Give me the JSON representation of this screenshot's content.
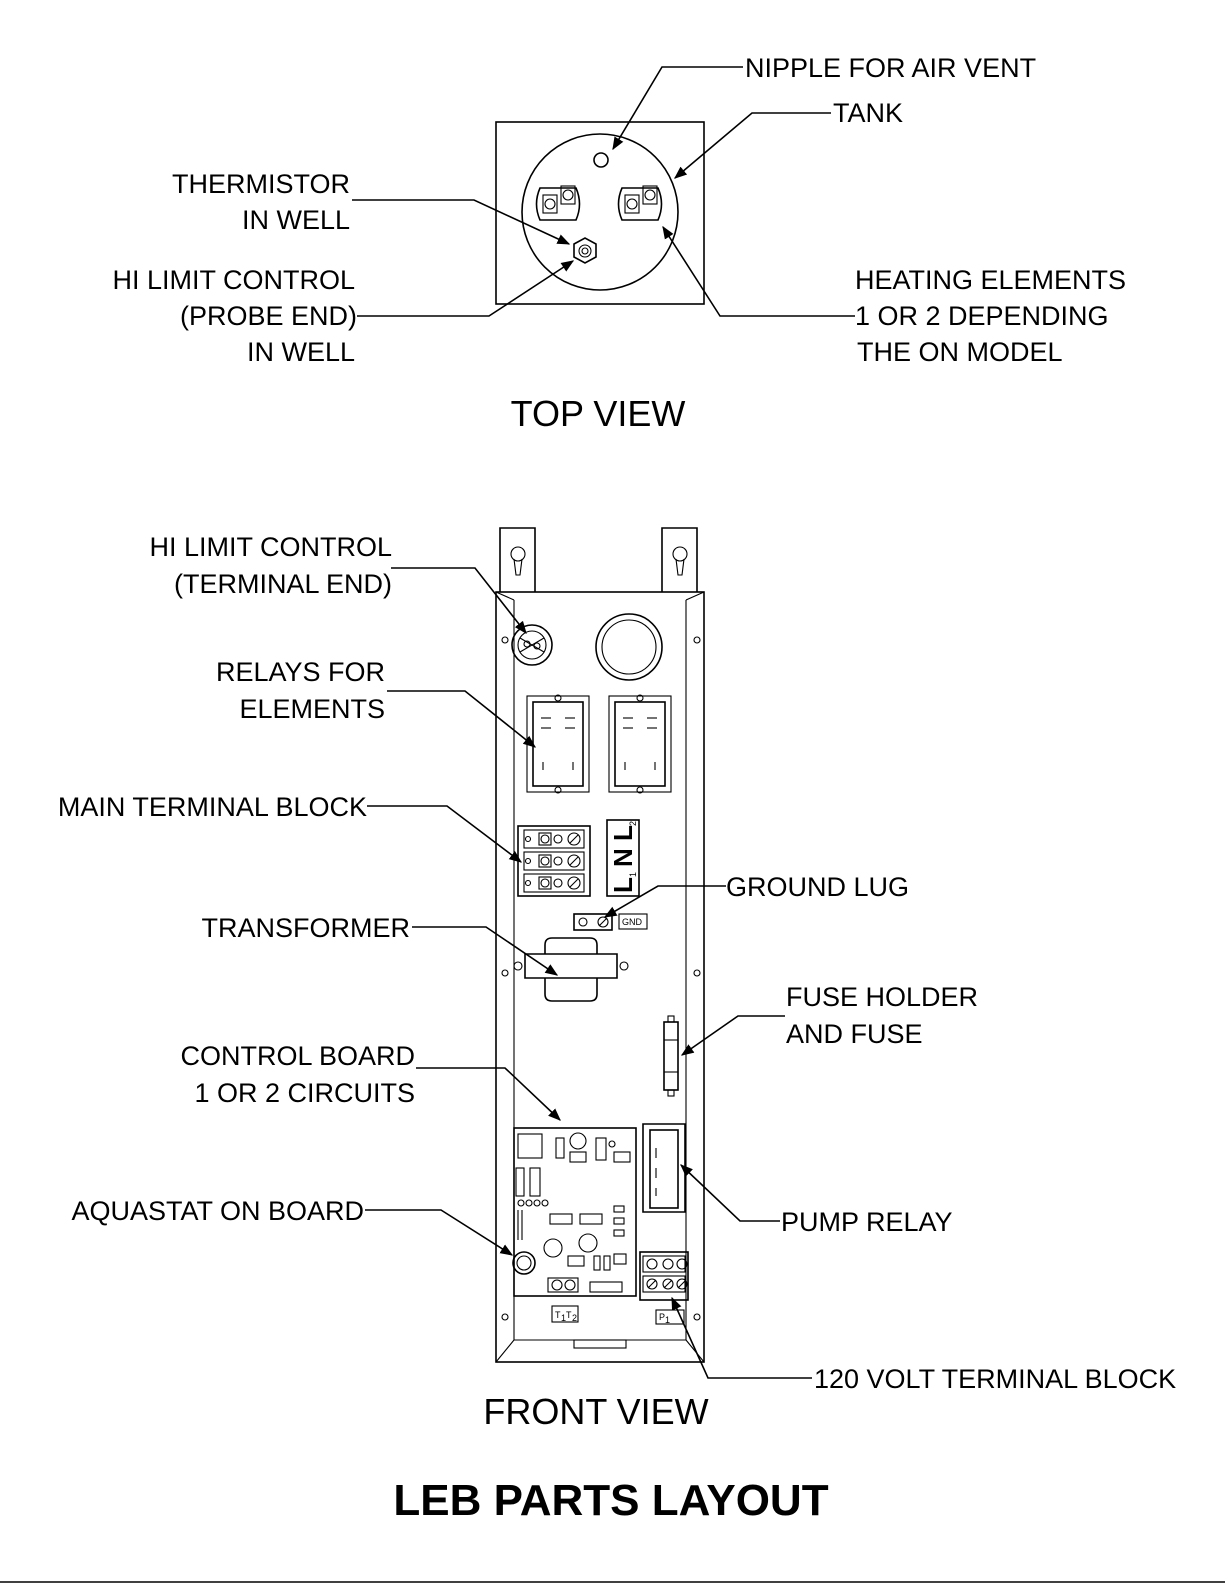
{
  "title": "LEB PARTS LAYOUT",
  "top_view": {
    "caption": "TOP VIEW",
    "labels": {
      "nipple": "NIPPLE FOR AIR VENT",
      "tank": "TANK",
      "thermistor_1": "THERMISTOR",
      "thermistor_2": "IN WELL",
      "hilimit_1": "HI LIMIT CONTROL",
      "hilimit_2": "(PROBE END)",
      "hilimit_3": "IN WELL",
      "heating_1": "HEATING ELEMENTS",
      "heating_2": "1 OR 2 DEPENDING",
      "heating_3": "THE ON MODEL"
    }
  },
  "front_view": {
    "caption": "FRONT VIEW",
    "labels": {
      "hilimit_term_1": "HI LIMIT CONTROL",
      "hilimit_term_2": "(TERMINAL END)",
      "relays_1": "RELAYS FOR",
      "relays_2": "ELEMENTS",
      "main_terminal": "MAIN TERMINAL BLOCK",
      "ground_lug": "GROUND LUG",
      "transformer": "TRANSFORMER",
      "fuse_1": "FUSE HOLDER",
      "fuse_2": "AND FUSE",
      "control_1": "CONTROL BOARD",
      "control_2": "1 OR 2 CIRCUITS",
      "aquastat": "AQUASTAT ON BOARD",
      "pump_relay": "PUMP RELAY",
      "volt_block": "120  VOLT TERMINAL BLOCK"
    },
    "marks": {
      "l1": "L",
      "l1_sub": "1",
      "n": "N",
      "l2": "L",
      "l2_sub": "2",
      "gnd": "GND",
      "t1": "T",
      "t1_sub": "1",
      "t2": "T",
      "t2_sub": "2",
      "p1": "P",
      "p1_sub": "1"
    }
  }
}
